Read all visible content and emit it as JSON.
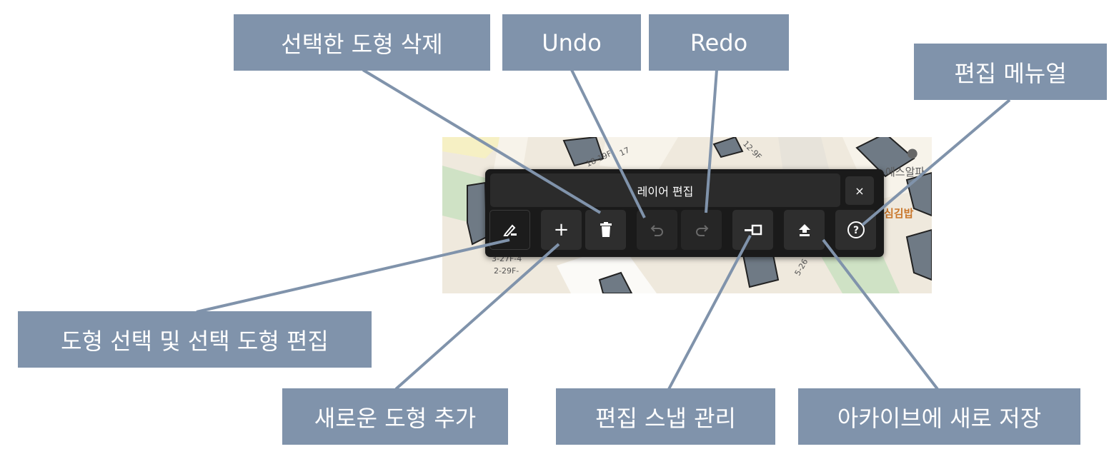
{
  "map": {
    "labels": [
      "18-19F",
      "17",
      "12-9F",
      "3-27F-4",
      "2-29F-",
      "5-26"
    ],
    "pois": [
      "에스알파",
      "심김밥"
    ]
  },
  "panel": {
    "title": "레이어 편집",
    "close_label": "×",
    "buttons": {
      "edit": "edit-shape-icon",
      "add": "+",
      "delete": "trash-icon",
      "undo": "undo-icon",
      "redo": "redo-icon",
      "snap": "snap-icon",
      "archive": "upload-icon",
      "help": "help-icon"
    }
  },
  "callouts": {
    "delete": "선택한 도형 삭제",
    "undo": "Undo",
    "redo": "Redo",
    "manual": "편집 메뉴얼",
    "select_edit": "도형 선택 및 선택 도형 편집",
    "add": "새로운 도형 추가",
    "snap": "편집 스냅 관리",
    "archive": "아카이브에 새로 저장"
  },
  "colors": {
    "callout_bg": "#8093ab",
    "panel_bg": "#1a1a1a",
    "button_bg": "#2e2e2e"
  }
}
